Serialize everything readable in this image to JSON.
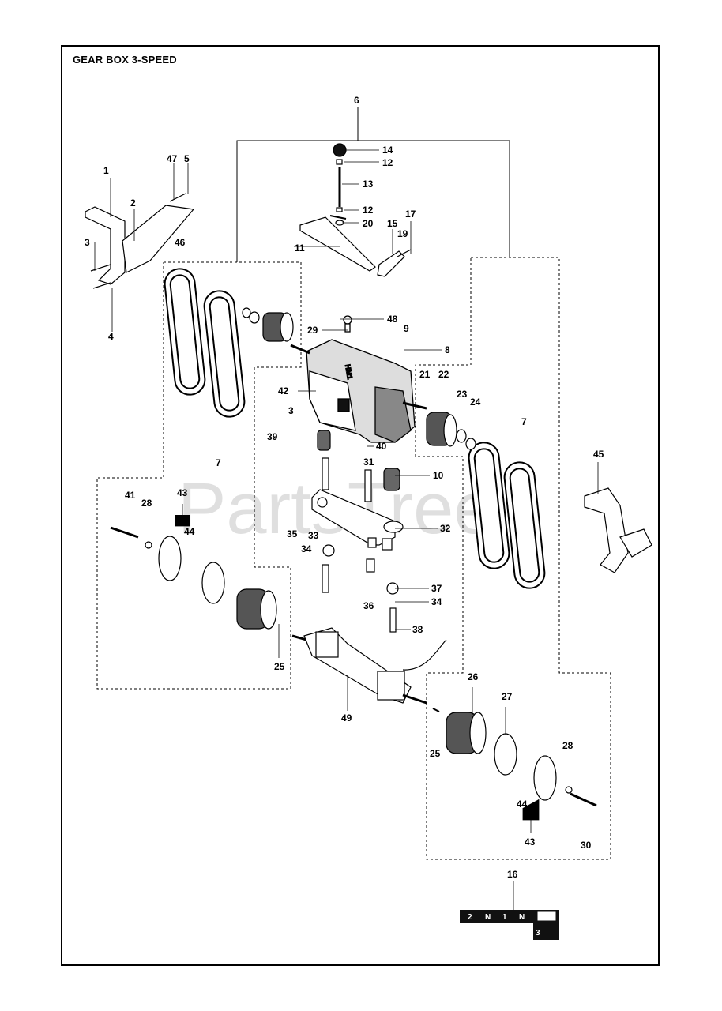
{
  "title": "GEAR BOX 3-SPEED",
  "watermark": "PartsTree",
  "casting_mark": "HM1",
  "selector_plate": [
    "2",
    "N",
    "1",
    "N",
    "3"
  ],
  "callouts": [
    {
      "id": "c6",
      "text": "6"
    },
    {
      "id": "c14",
      "text": "14"
    },
    {
      "id": "c12a",
      "text": "12"
    },
    {
      "id": "c13",
      "text": "13"
    },
    {
      "id": "c12b",
      "text": "12"
    },
    {
      "id": "c20",
      "text": "20"
    },
    {
      "id": "c17",
      "text": "17"
    },
    {
      "id": "c15",
      "text": "15"
    },
    {
      "id": "c19",
      "text": "19"
    },
    {
      "id": "c11",
      "text": "11"
    },
    {
      "id": "c47",
      "text": "47"
    },
    {
      "id": "c5",
      "text": "5"
    },
    {
      "id": "c1",
      "text": "1"
    },
    {
      "id": "c2",
      "text": "2"
    },
    {
      "id": "c46",
      "text": "46"
    },
    {
      "id": "c3a",
      "text": "3"
    },
    {
      "id": "c4",
      "text": "4"
    },
    {
      "id": "c48",
      "text": "48"
    },
    {
      "id": "c29",
      "text": "29"
    },
    {
      "id": "c9",
      "text": "9"
    },
    {
      "id": "c8",
      "text": "8"
    },
    {
      "id": "c21",
      "text": "21"
    },
    {
      "id": "c22",
      "text": "22"
    },
    {
      "id": "c23",
      "text": "23"
    },
    {
      "id": "c24",
      "text": "24"
    },
    {
      "id": "c7a",
      "text": "7"
    },
    {
      "id": "c7b",
      "text": "7"
    },
    {
      "id": "c42",
      "text": "42"
    },
    {
      "id": "c3b",
      "text": "3"
    },
    {
      "id": "c39",
      "text": "39"
    },
    {
      "id": "c40",
      "text": "40"
    },
    {
      "id": "c31",
      "text": "31"
    },
    {
      "id": "c10",
      "text": "10"
    },
    {
      "id": "c45",
      "text": "45"
    },
    {
      "id": "c41",
      "text": "41"
    },
    {
      "id": "c28a",
      "text": "28"
    },
    {
      "id": "c43a",
      "text": "43"
    },
    {
      "id": "c44a",
      "text": "44"
    },
    {
      "id": "c35",
      "text": "35"
    },
    {
      "id": "c33",
      "text": "33"
    },
    {
      "id": "c34a",
      "text": "34"
    },
    {
      "id": "c32",
      "text": "32"
    },
    {
      "id": "c37",
      "text": "37"
    },
    {
      "id": "c36",
      "text": "36"
    },
    {
      "id": "c34b",
      "text": "34"
    },
    {
      "id": "c38",
      "text": "38"
    },
    {
      "id": "c25a",
      "text": "25"
    },
    {
      "id": "c49",
      "text": "49"
    },
    {
      "id": "c26",
      "text": "26"
    },
    {
      "id": "c27",
      "text": "27"
    },
    {
      "id": "c25b",
      "text": "25"
    },
    {
      "id": "c28b",
      "text": "28"
    },
    {
      "id": "c44b",
      "text": "44"
    },
    {
      "id": "c43b",
      "text": "43"
    },
    {
      "id": "c30",
      "text": "30"
    },
    {
      "id": "c16",
      "text": "16"
    }
  ]
}
